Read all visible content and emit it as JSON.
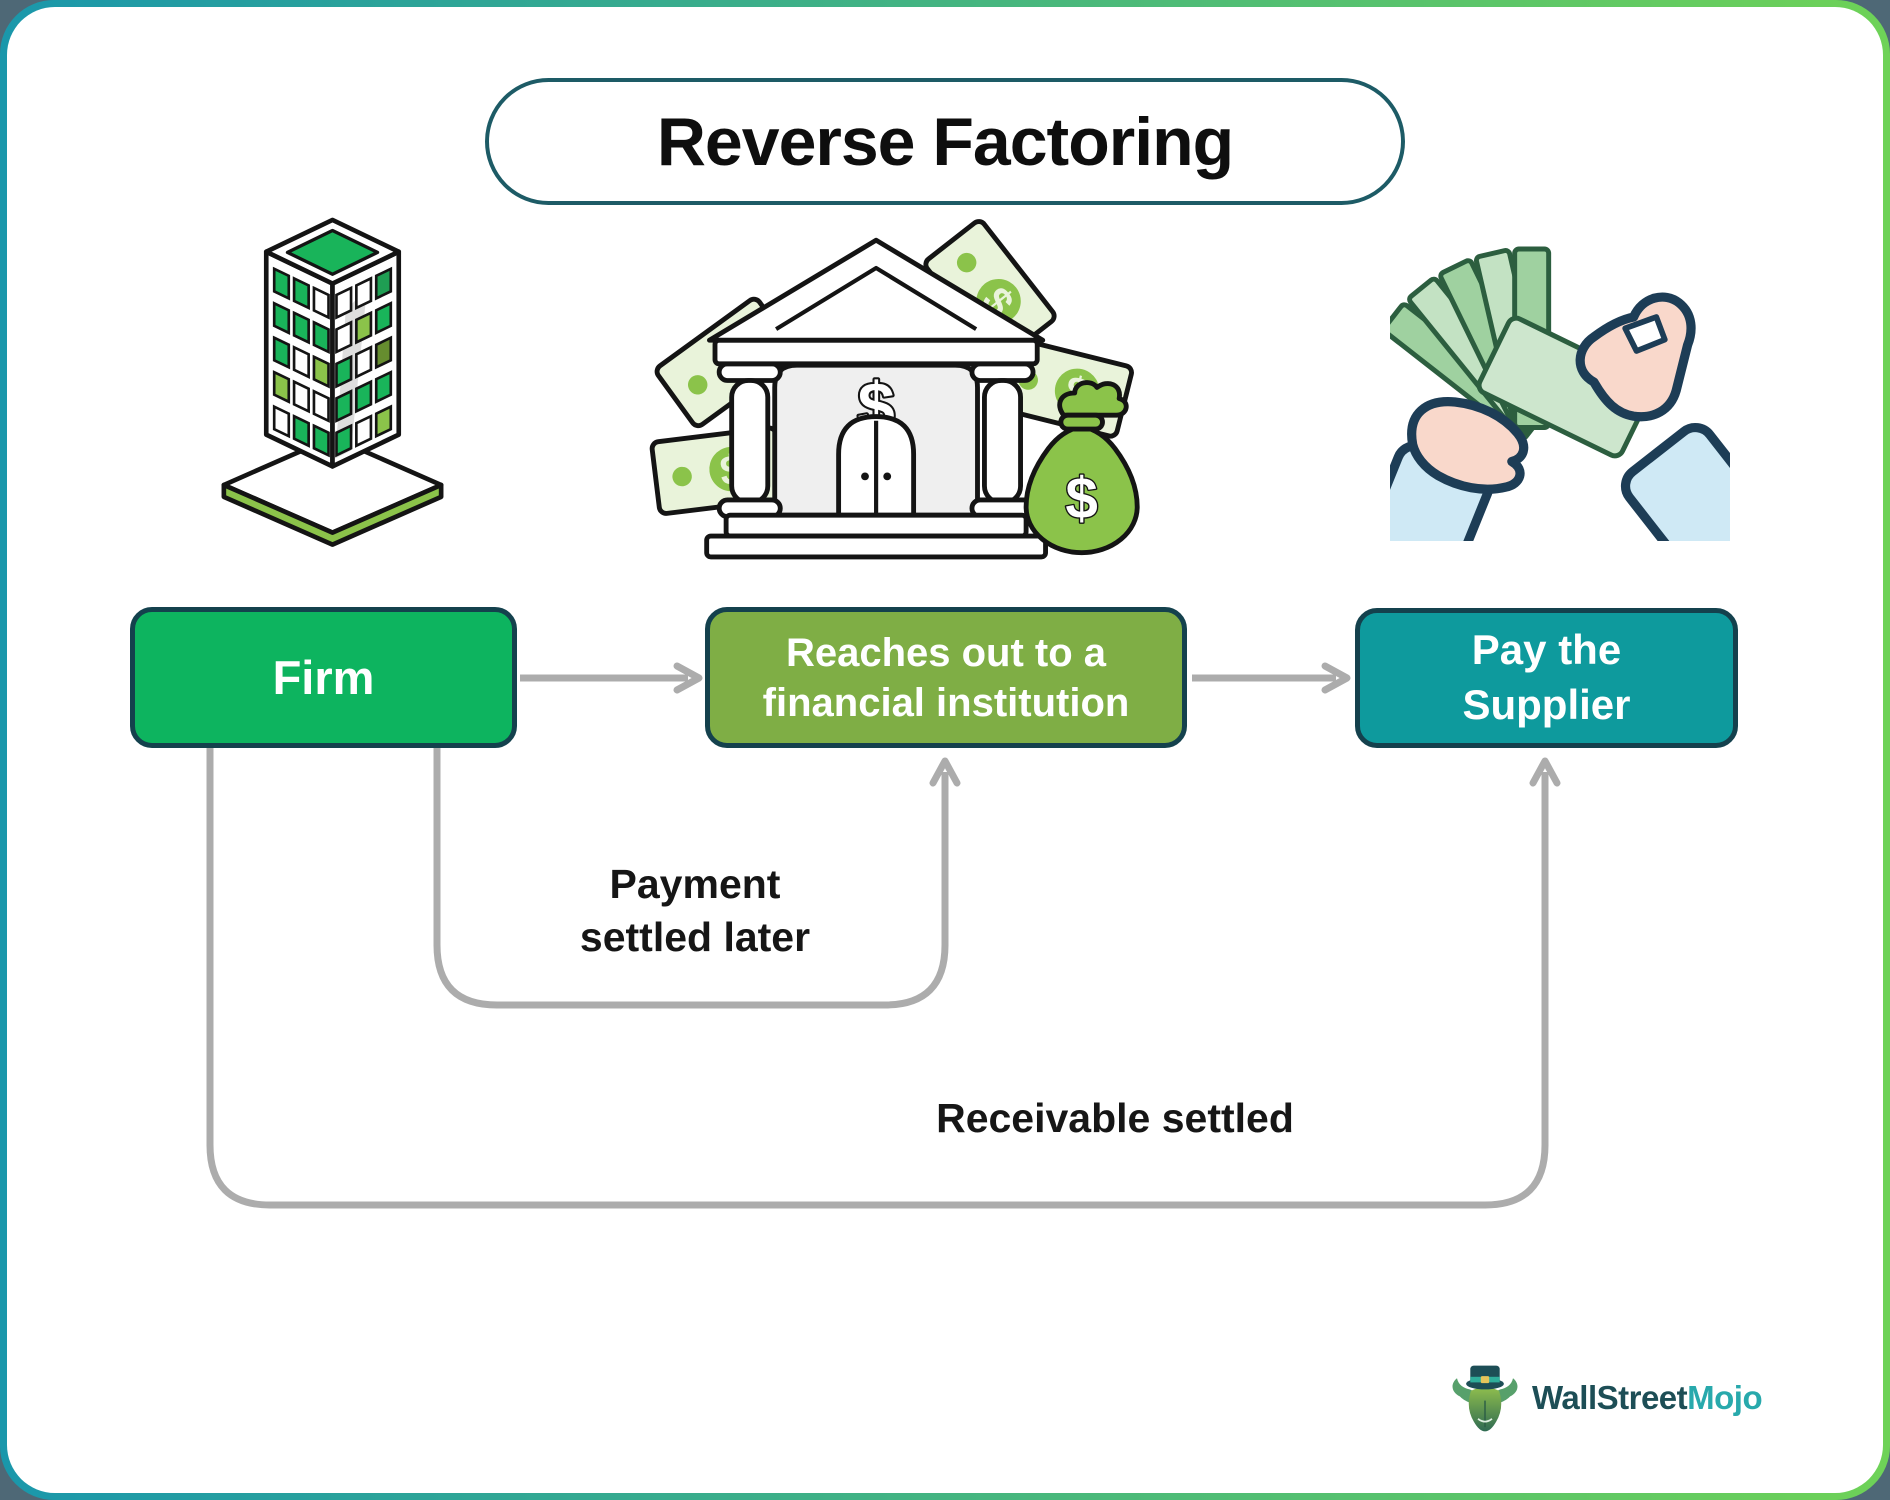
{
  "title": {
    "text": "Reverse Factoring"
  },
  "flow": {
    "nodes": [
      {
        "id": "firm",
        "label": "Firm",
        "color": "#0db45f"
      },
      {
        "id": "financial-institution",
        "label": "Reaches out to a financial institution",
        "color": "#7fae45"
      },
      {
        "id": "pay-supplier",
        "label": "Pay the Supplier",
        "color": "#0e9a9d"
      }
    ],
    "edges": [
      {
        "from": "Firm",
        "to": "Reaches out to a financial institution",
        "label": ""
      },
      {
        "from": "Reaches out to a financial institution",
        "to": "Pay the Supplier",
        "label": ""
      },
      {
        "from": "Firm",
        "to": "Reaches out to a financial institution",
        "label": "Payment settled later"
      },
      {
        "from": "Firm",
        "to": "Pay the Supplier",
        "label": "Receivable settled"
      }
    ]
  },
  "icons": {
    "left": "office-building-icon",
    "middle": "bank-money-icon",
    "right": "hands-counting-money-icon"
  },
  "glyphs": {
    "dollar": "$"
  },
  "logo": {
    "wallstreet": "WallStreet",
    "mojo": "Mojo"
  },
  "colors": {
    "card_border_gradient_start": "#1a97ab",
    "card_border_gradient_end": "#6ed257",
    "outside_background": "#4e6876",
    "title_border": "#1d5b66",
    "node_border": "#14414d",
    "node_firm": "#0db45f",
    "node_institution": "#7fae45",
    "node_pay": "#0e9a9d",
    "arrow": "#acacac",
    "label_text": "#161616",
    "logo_dark": "#1d4e56",
    "logo_teal": "#28a9ac"
  }
}
